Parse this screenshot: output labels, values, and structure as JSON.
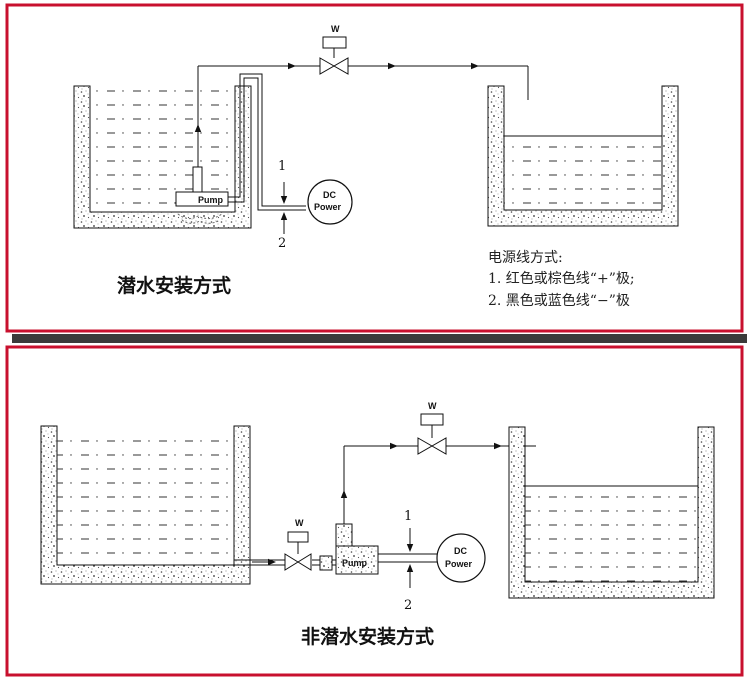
{
  "submersible": {
    "caption": "潜水安装方式",
    "valve_label": "W",
    "pump_label": "Pump",
    "power_label_1": "DC",
    "power_label_2": "Power",
    "wire_1": "1",
    "wire_2": "2",
    "wiring_title": "电源线方式:",
    "wiring_line_1": "1. 红色或棕色线“+”极;",
    "wiring_line_2": "2. 黑色或蓝色线“−”极"
  },
  "non_submersible": {
    "caption": "非潜水安装方式",
    "valve_top_label": "W",
    "valve_inlet_label": "W",
    "pump_label": "Pump",
    "power_label_1": "DC",
    "power_label_2": "Power",
    "wire_1": "1",
    "wire_2": "2"
  },
  "colors": {
    "frame": "#c8102e",
    "divider": "#3a3a3a",
    "line": "#111111"
  }
}
